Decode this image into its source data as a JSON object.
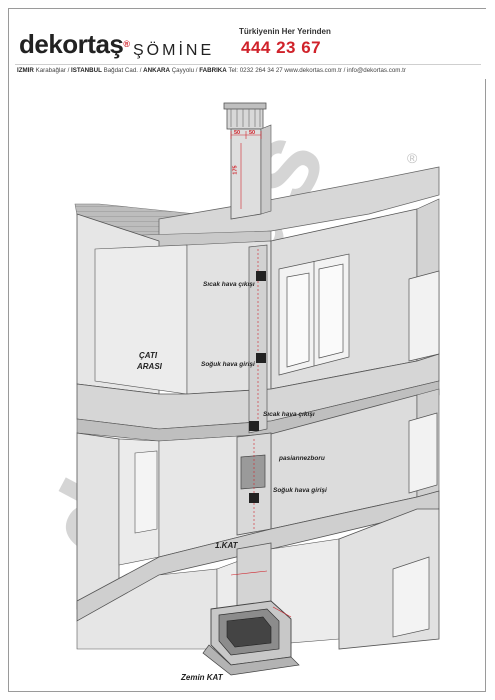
{
  "header": {
    "logo_text": "dekortaş",
    "logo_reg": "®",
    "logo_sub": "ŞÖMİNE",
    "phone_label": "Türkiyenin Her Yerinden",
    "phone": "444 23 67",
    "address": {
      "city1": "İZMİR",
      "loc1": "Karabağlar /",
      "city2": "İSTANBUL",
      "loc2": "Bağdat Cad. /",
      "city3": "ANKARA",
      "loc3": "Çayyolu /",
      "city4": "FABRİKA",
      "rest": "Tel: 0232 264 34 27  www.dekortas.com.tr  /  info@dekortas.com.tr"
    }
  },
  "labels": {
    "hot_air_upper": "Sıcak hava çıkışı",
    "cold_air_upper": "Soğuk hava girişi",
    "hot_air_lower": "Sıcak hava çıkışı",
    "insulation": "pasiannezboru",
    "cold_air_lower": "Soğuk hava girişi"
  },
  "floors": {
    "attic_line1": "ÇATI",
    "attic_line2": "ARASI",
    "first": "1.KAT",
    "ground": "Zemin KAT"
  },
  "dimensions": {
    "chimney_w1": "50",
    "chimney_w2": "50",
    "chimney_h": "175"
  },
  "watermark": {
    "text": "dekortas",
    "reg": "®"
  },
  "colors": {
    "brand_red": "#d0222a",
    "wall": "#e4e4e4",
    "wall_dark": "#cfcfcf",
    "line": "#555555"
  }
}
